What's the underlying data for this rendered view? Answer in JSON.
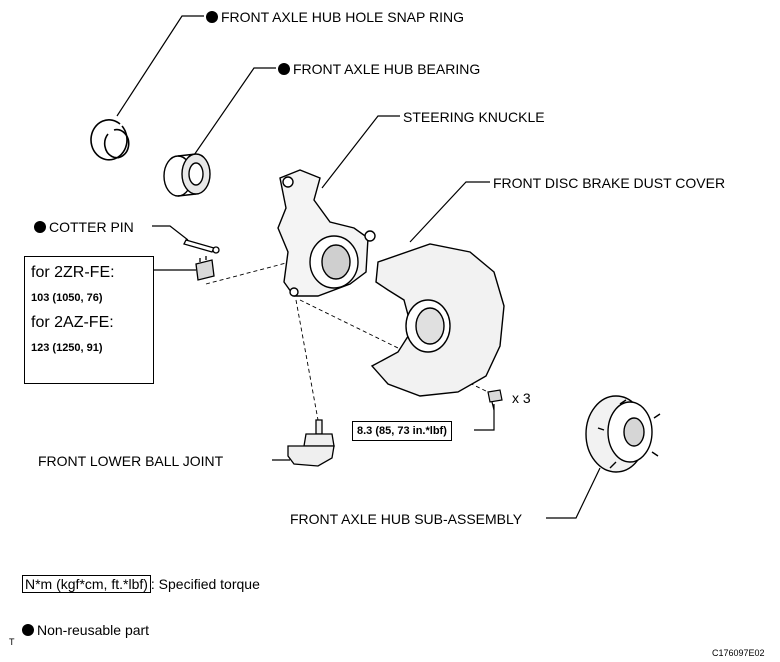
{
  "labels": {
    "snap_ring": "FRONT AXLE HUB HOLE SNAP RING",
    "bearing": "FRONT AXLE HUB BEARING",
    "knuckle": "STEERING KNUCKLE",
    "dust_cover": "FRONT DISC BRAKE DUST COVER",
    "cotter_pin": "COTTER PIN",
    "ball_joint": "FRONT LOWER BALL JOINT",
    "hub_assembly": "FRONT AXLE HUB SUB-ASSEMBLY"
  },
  "spec_box": {
    "engine1": "for 2ZR-FE:",
    "torque1": "103 (1050, 76)",
    "engine2": "for 2AZ-FE:",
    "torque2": "123 (1250, 91)"
  },
  "bolt": {
    "torque": "8.3 (85, 73 in.*lbf)",
    "qty": "x 3"
  },
  "legend": {
    "torque_units": "N*m (kgf*cm, ft.*lbf)",
    "torque_desc": ": Specified torque",
    "non_reusable": "Non-reusable part"
  },
  "corner_mark": "T",
  "figure_code": "C176097E02"
}
